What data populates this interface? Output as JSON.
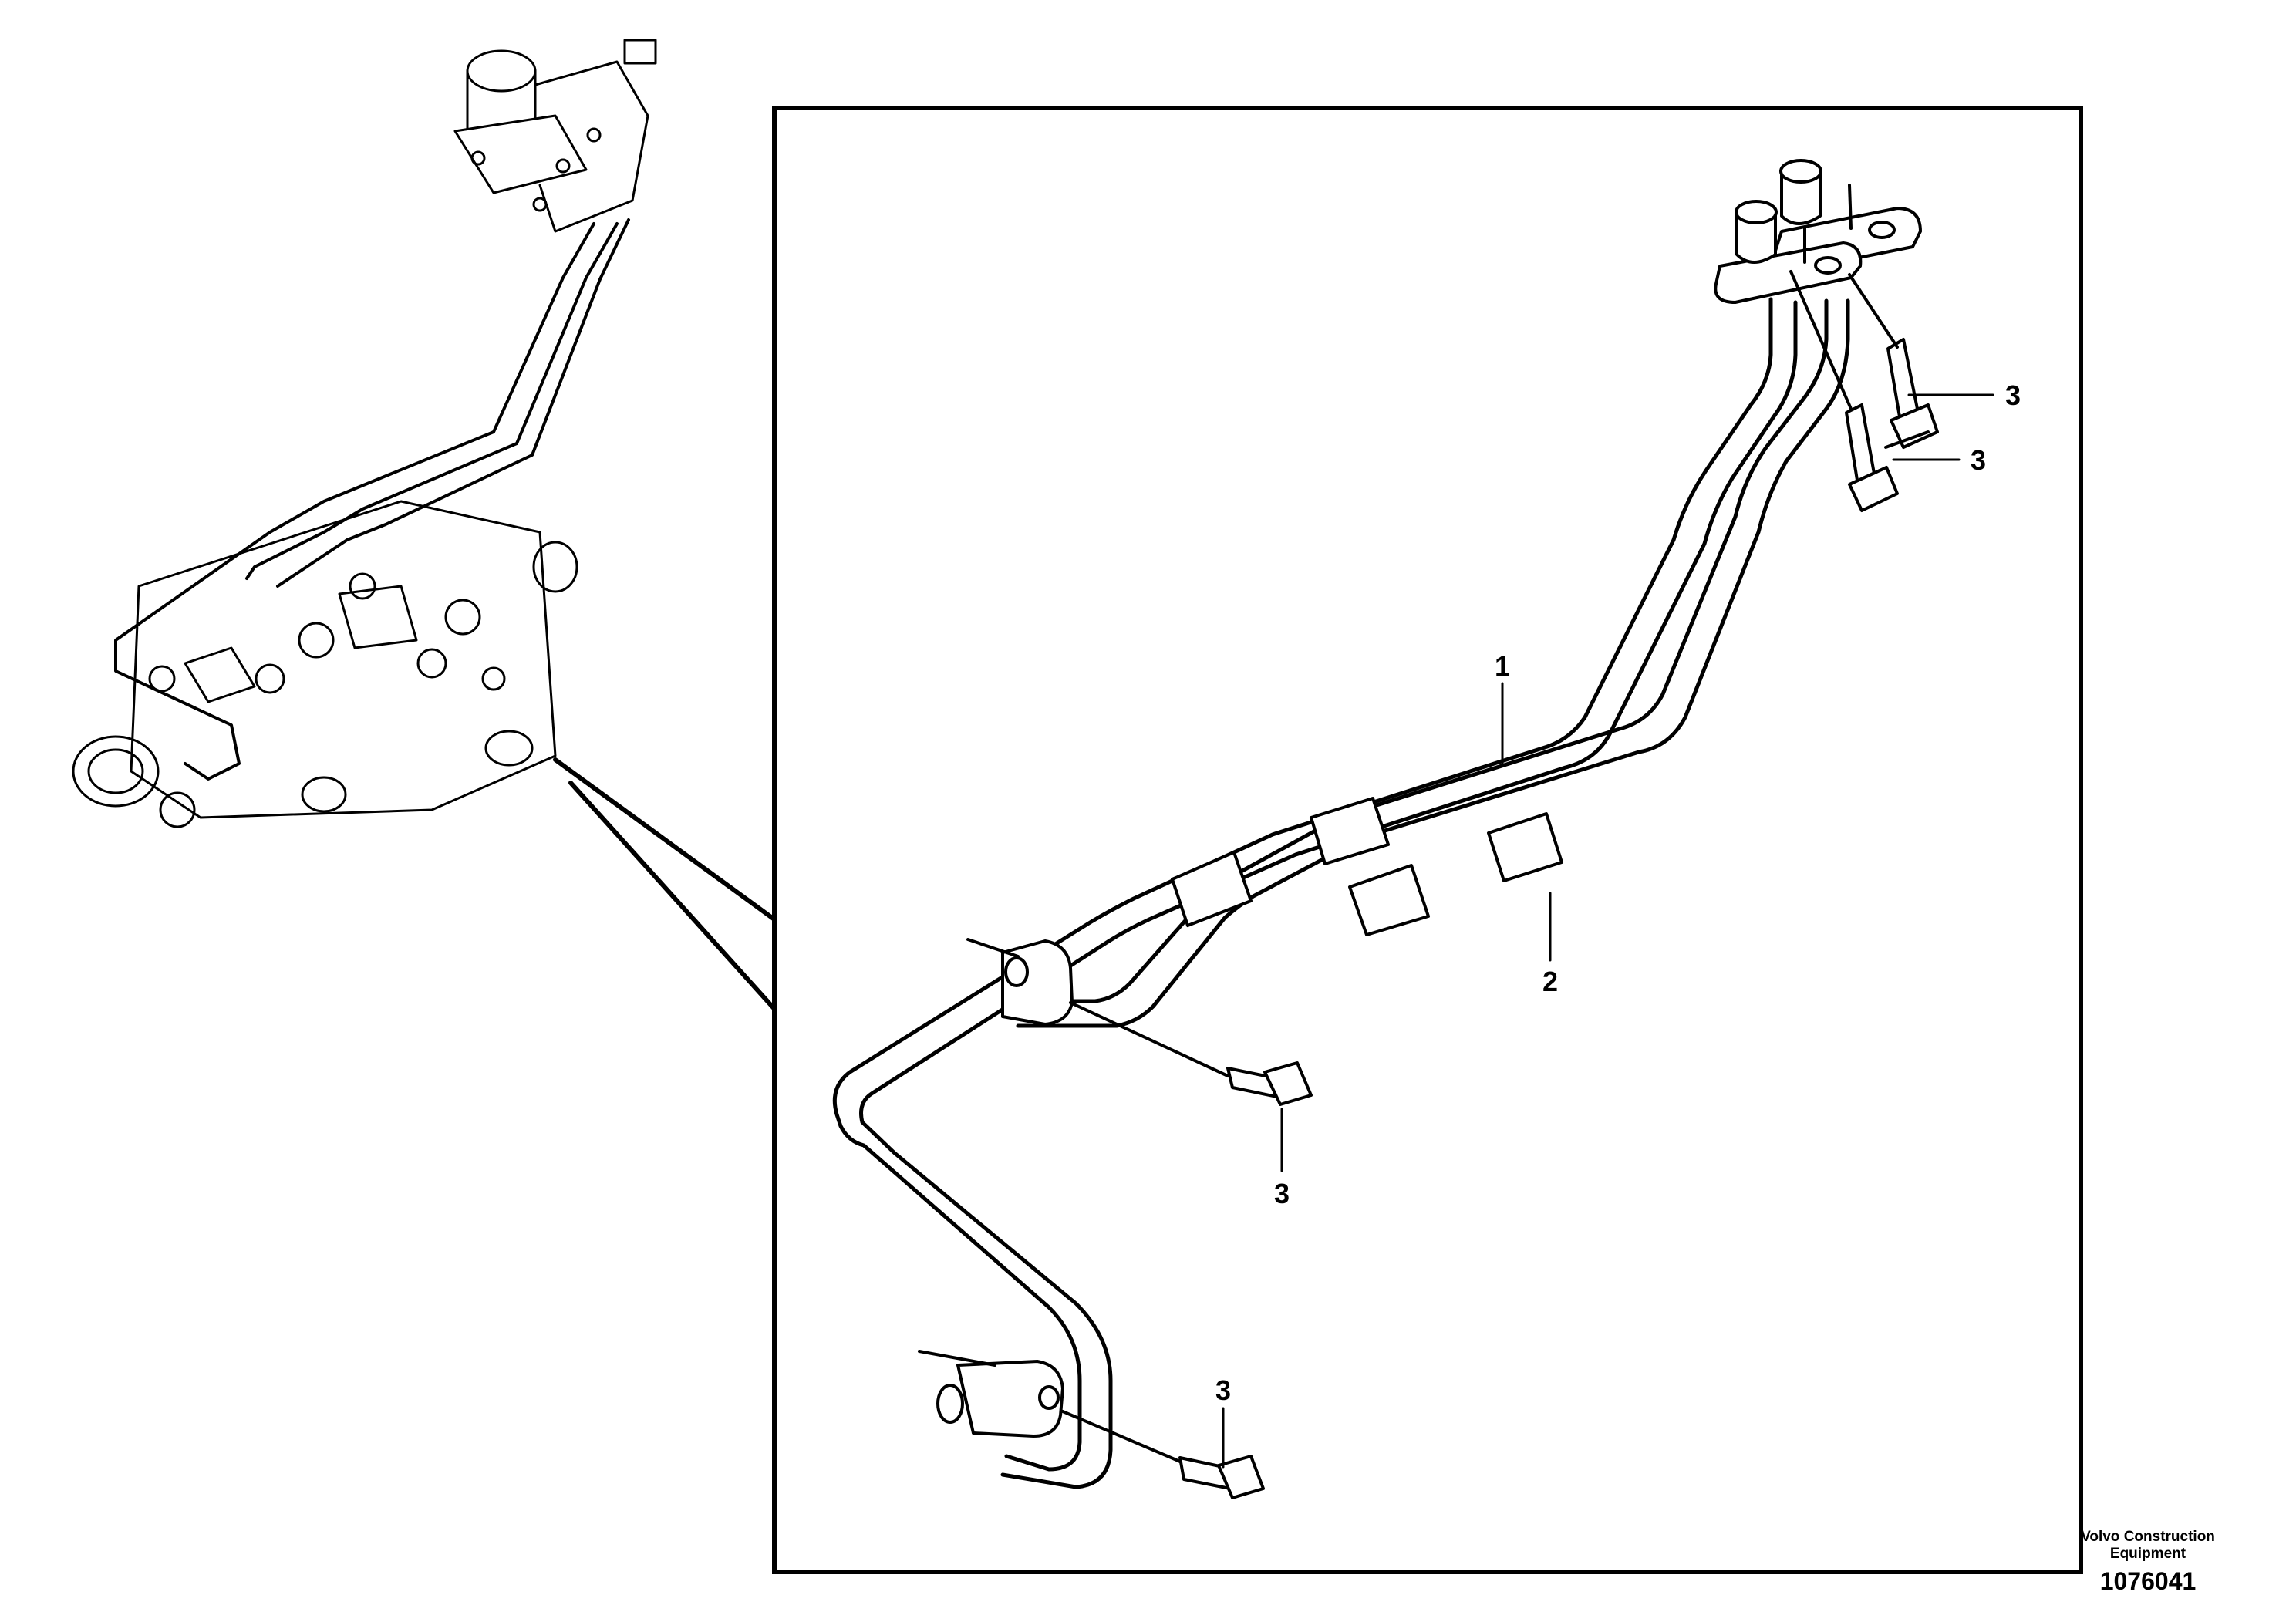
{
  "callouts": [
    {
      "label": "1"
    },
    {
      "label": "2"
    },
    {
      "label": "3"
    },
    {
      "label": "3"
    },
    {
      "label": "3"
    },
    {
      "label": "3"
    }
  ],
  "footer": {
    "company_line1": "Volvo Construction",
    "company_line2": "Equipment",
    "drawing_number": "1076041"
  }
}
